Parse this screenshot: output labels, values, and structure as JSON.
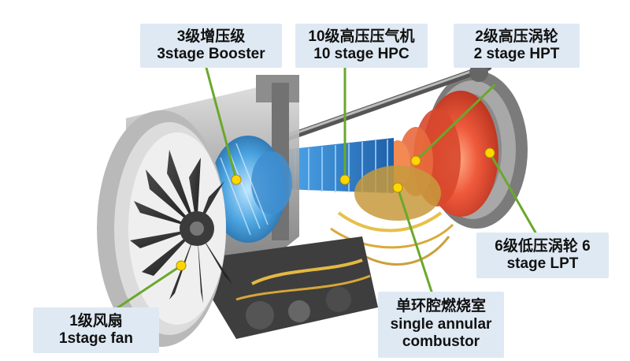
{
  "colors": {
    "callout_bg": "#dfe9f3",
    "leader_line": "#6aa82c",
    "booster_blue": "#4aa3e0",
    "hpc_blue": "#2f86d6",
    "hpt_red": "#e2452e",
    "casing_gray": "#9a9a9a"
  },
  "callouts": {
    "booster": {
      "zh": "3级增压级",
      "en": "3stage Booster"
    },
    "hpc": {
      "zh": "10级高压压气机",
      "en": "10 stage HPC"
    },
    "hpt": {
      "zh": "2级高压涡轮",
      "en": "2 stage HPT"
    },
    "lpt": {
      "line1": "6级低压涡轮 6",
      "line2": "stage LPT"
    },
    "combustor": {
      "zh": "单环腔燃烧室",
      "en1": "single annular",
      "en2": "combustor"
    },
    "fan": {
      "zh": "1级风扇",
      "en": "1stage fan"
    }
  }
}
